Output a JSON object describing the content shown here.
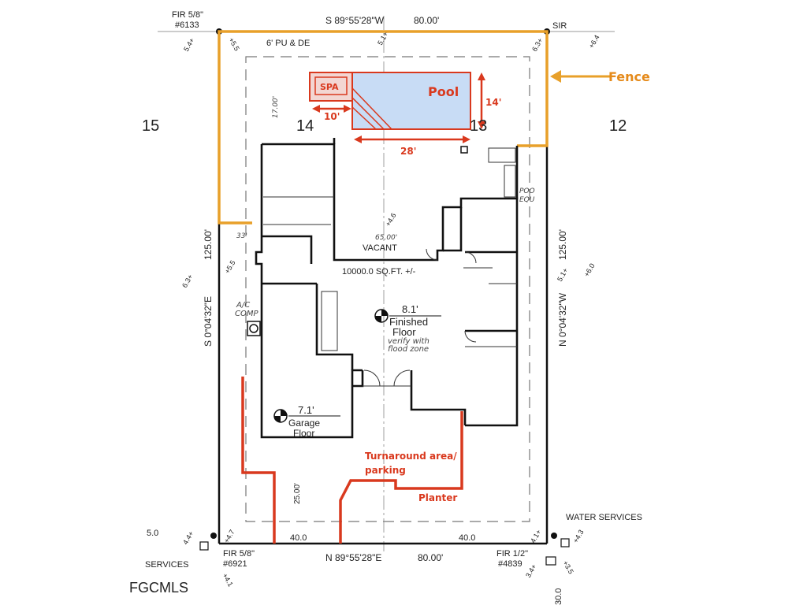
{
  "property_lines": {
    "north_bearing": "S 89°55'28\"W",
    "north_distance": "80.00'",
    "south_bearing": "N 89°55'28\"E",
    "south_distance": "80.00'",
    "west_bearing": "S 0°04'32\"E",
    "west_distance": "125.00'",
    "east_bearing": "N 0°04'32\"W",
    "east_distance": "125.00'"
  },
  "markers": {
    "nw_fir_1": "FIR 5/8\"",
    "nw_fir_2": "#6133",
    "ne": "SIR",
    "sw_fir_1": "FIR 5/8\"",
    "sw_fir_2": "#6921",
    "se_fir_1": "FIR 1/2\"",
    "se_fir_2": "#4839"
  },
  "lots": {
    "left_partial": "15",
    "left": "14",
    "center": "13",
    "right": "12"
  },
  "easement": "6' PU & DE",
  "lot_info": {
    "status": "VACANT",
    "area": "10000.0 SQ.FT. +/-",
    "depth": "65.00'"
  },
  "elevations": {
    "nw_a": "5.4+",
    "nw_b": "+5.5",
    "n_mid": "5.1+",
    "ne_a": "6.3+",
    "ne_b": "+6.4",
    "w_a": "6.3+",
    "w_b": "+5.5",
    "e_a": "5.1+",
    "e_b": "+6.0",
    "center": "+4.6",
    "sw_a": "4.4+",
    "sw_b": "+4.7",
    "se_a": "4.1+",
    "se_b": "+4.3",
    "sw_c": "+4.1",
    "se_c": "3.4+",
    "se_d": "+3.5",
    "far_w": "5.0"
  },
  "floors": {
    "finished_value": "8.1'",
    "finished_label_1": "Finished",
    "finished_label_2": "Floor",
    "verify_1": "verify with",
    "verify_2": "flood zone",
    "garage_value": "7.1'",
    "garage_label_1": "Garage",
    "garage_label_2": "Floor"
  },
  "dimensions": {
    "spa_width": "10'",
    "pool_length": "28'",
    "pool_width": "14'",
    "front_setback": "25.00'",
    "front_left": "40.0",
    "front_right": "40.0",
    "rear_setback": "17.00'",
    "side_left": "33'",
    "side_bottom": "30.0"
  },
  "annotations": {
    "spa": "SPA",
    "pool": "Pool",
    "fence": "Fence",
    "turnaround_1": "Turnaround area/",
    "turnaround_2": "parking",
    "planter": "Planter",
    "ac_1": "A/C",
    "ac_2": "COMP",
    "pool_equip_1": "POO",
    "pool_equip_2": "EQU",
    "water": "WATER SERVICES",
    "services": "SERVICES",
    "watermark": "FGCMLS"
  },
  "colors": {
    "red": "#d9391e",
    "orange": "#e8a02a",
    "pool_fill": "#c8dcf5"
  }
}
